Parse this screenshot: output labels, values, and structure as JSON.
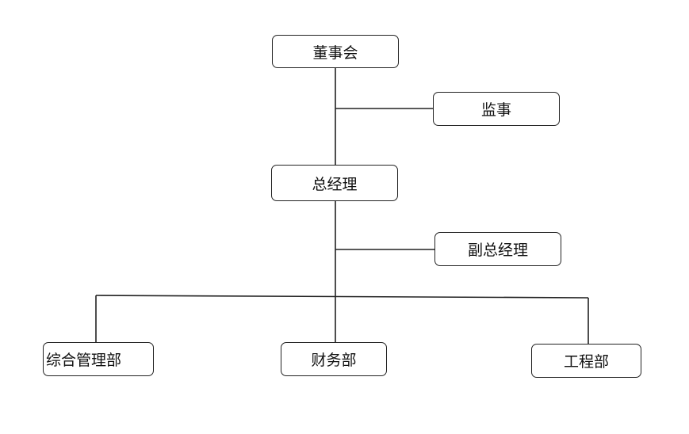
{
  "org_chart": {
    "board": "董事会",
    "supervisor": "监事",
    "general_manager": "总经理",
    "deputy_general_manager": "副总经理",
    "departments": [
      "综合管理部",
      "财务部",
      "工程部"
    ]
  }
}
